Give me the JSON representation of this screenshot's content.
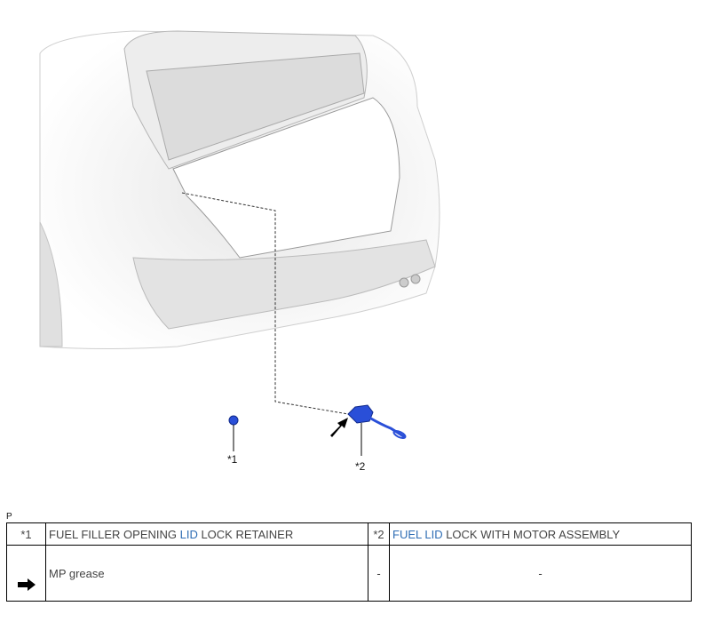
{
  "page_marker": "P",
  "callouts": [
    {
      "id": "*1",
      "label": "*1"
    },
    {
      "id": "*2",
      "label": "*2"
    }
  ],
  "illustration": {
    "subject": "vehicle rear with trunk open, fuel lid lock components",
    "part_color": "#2a4fd8"
  },
  "legend": {
    "rows": [
      {
        "left_key": "*1",
        "left_text_parts": [
          {
            "text": "FUEL FILLER OPENING ",
            "link": false
          },
          {
            "text": "LID",
            "link": true
          },
          {
            "text": " LOCK RETAINER",
            "link": false
          }
        ],
        "right_key": "*2",
        "right_text_parts": [
          {
            "text": "FUEL LID",
            "link": true
          },
          {
            "text": " LOCK WITH MOTOR ASSEMBLY",
            "link": false
          }
        ]
      },
      {
        "left_key_icon": "arrow-right-icon",
        "left_text": "MP grease",
        "right_key": "-",
        "right_text": "-"
      }
    ]
  },
  "colors": {
    "link": "#2e6db4",
    "text": "#444444",
    "border": "#000000"
  }
}
